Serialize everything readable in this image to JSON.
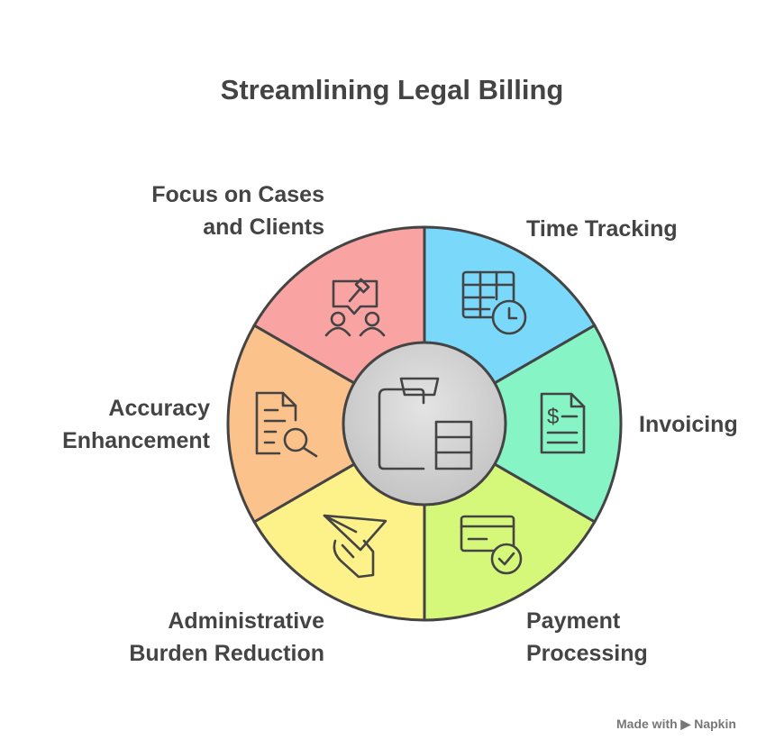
{
  "title": "Streamlining Legal Billing",
  "center": {
    "icon": "clipboard-table-icon",
    "color": "#d4d4d4"
  },
  "segments": [
    {
      "label_line1": "Time Tracking",
      "label_line2": "",
      "icon": "table-clock-icon",
      "color": "#7ad8fb"
    },
    {
      "label_line1": "Invoicing",
      "label_line2": "",
      "icon": "invoice-dollar-icon",
      "color": "#86f4c4"
    },
    {
      "label_line1": "Payment",
      "label_line2": "Processing",
      "icon": "card-check-icon",
      "color": "#d6f87a"
    },
    {
      "label_line1": "Administrative",
      "label_line2": "Burden Reduction",
      "icon": "paper-plane-hand-icon",
      "color": "#fdf18a"
    },
    {
      "label_line1": "Accuracy",
      "label_line2": "Enhancement",
      "icon": "document-search-icon",
      "color": "#fbc38b"
    },
    {
      "label_line1": "Focus on Cases",
      "label_line2": "and Clients",
      "icon": "gavel-people-icon",
      "color": "#f9a4a3"
    }
  ],
  "watermark": "Made with ▶ Napkin"
}
